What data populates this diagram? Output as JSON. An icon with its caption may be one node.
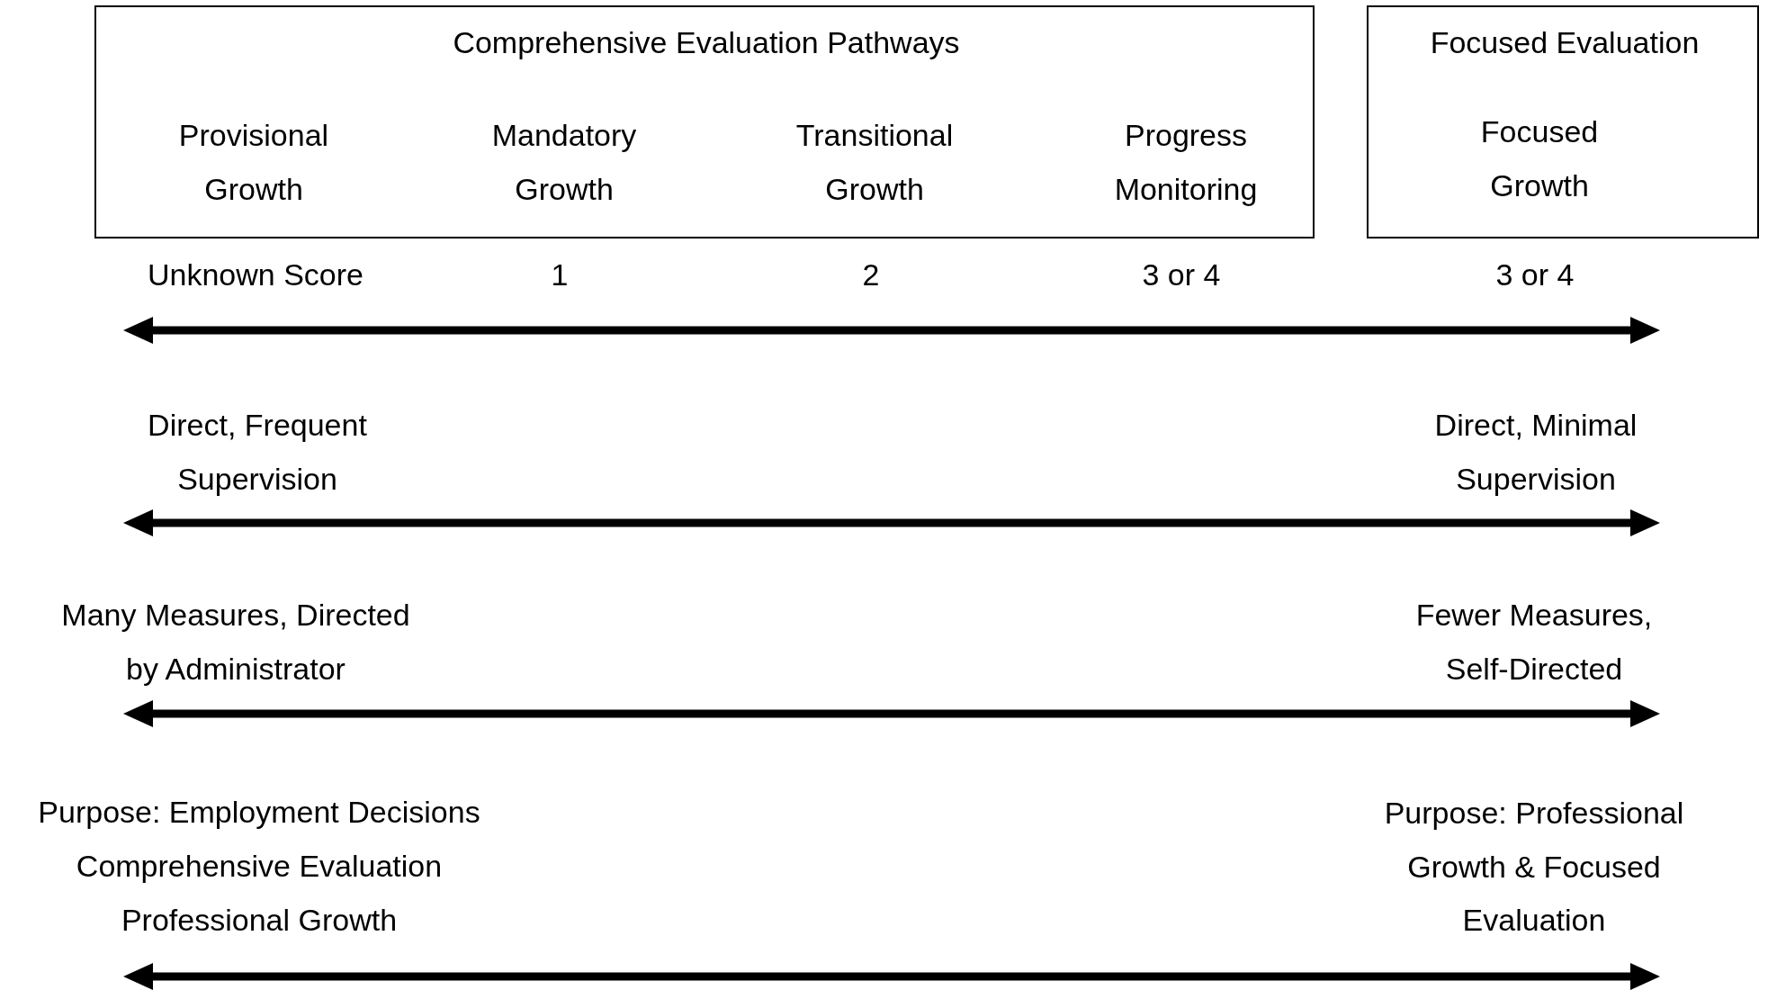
{
  "diagram": {
    "nodes": [
      {
        "text": [
          "Comprehensive Evaluation Pathways",
          "Provisional Growth",
          "Mandatory Growth",
          "Transitional Growth",
          "Progress Monitoring"
        ]
      },
      {
        "text": [
          "Focused Evaluation",
          "Focused Growth"
        ]
      }
    ],
    "labels": [
      "Unknown Score",
      "1",
      "2",
      "3 or 4",
      "3 or 4",
      "Direct, Frequent Supervision",
      "Direct, Minimal Supervision",
      "Many Measures, Directed by Administrator",
      "Fewer Measures, Self-Directed",
      "Purpose: Employment Decisions",
      "Comprehensive Evaluation",
      "Professional Growth",
      "Purpose: Professional Growth & Focused Evaluation"
    ]
  }
}
